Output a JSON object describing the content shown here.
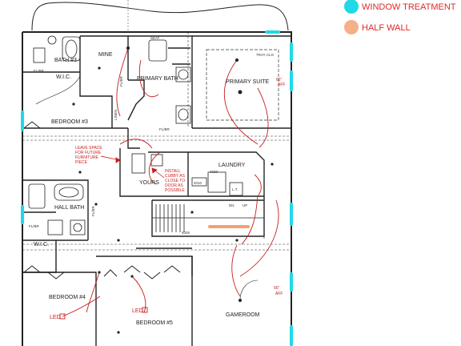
{
  "legend": {
    "items": [
      {
        "label": "WINDOW TREATMENT",
        "color": "#20d8e8",
        "text_color": "#e0282a"
      },
      {
        "label": "HALF WALL",
        "color": "#f5b08a",
        "text_color": "#e0282a"
      }
    ]
  },
  "rooms": {
    "bath3": "BATH #3",
    "mine": "MINE",
    "primary_bath": "PRIMARY BATH",
    "primary_suite": "PRIMARY SUITE",
    "wic_top": "W.I.C.",
    "bedroom3": "BEDROOM #3",
    "yours": "YOURS",
    "laundry": "LAUNDRY",
    "hall_bath": "HALL BATH",
    "wic_bottom": "W.I.C.",
    "bedroom4": "BEDROOM #4",
    "bedroom5": "BEDROOM #5",
    "gameroom": "GAMEROOM"
  },
  "notes": {
    "leave_space": [
      "LEAVE SPACE",
      "FOR FUTURE",
      "FURNITURE",
      "PIECE"
    ],
    "install_cubby": [
      "INSTALL",
      "CUBBY AS",
      "CLOSE TO",
      "DOOR AS",
      "POSSIBLE"
    ],
    "aff_top": [
      "66\"",
      "AFF"
    ],
    "aff_bottom": [
      "66\"",
      "AFF"
    ],
    "led1": "LED",
    "led2": "LED"
  },
  "labels": {
    "tray_clg": "TRAY CLG",
    "seat": "SEAT",
    "flbr1": "FL/BR",
    "flbr2": "FL/BR",
    "flbr3": "FL/BR",
    "flbr4": "FL/BR",
    "flbr5": "FL/BR",
    "linen": "LINEN",
    "size_4020": "4020",
    "size_4010": "4010",
    "size_4026": "4026",
    "lt": "L.T.",
    "dn": "DN",
    "up": "UP"
  },
  "colors": {
    "wall": "#222222",
    "wire": "#c81e1e",
    "window": "#20d8e8",
    "half_wall": "#f5a070"
  }
}
